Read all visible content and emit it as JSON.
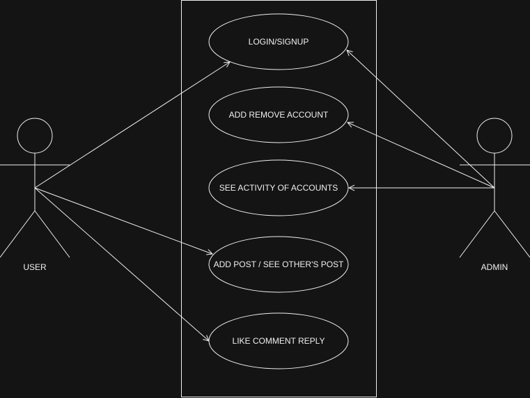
{
  "colors": {
    "background": "#141414",
    "foreground": "#f0f0f0"
  },
  "actors": [
    {
      "id": "user",
      "label": "USER"
    },
    {
      "id": "admin",
      "label": "ADMIN"
    }
  ],
  "use_cases": [
    {
      "id": "login",
      "label": "LOGIN/SIGNUP"
    },
    {
      "id": "add-remove",
      "label": "ADD REMOVE ACCOUNT"
    },
    {
      "id": "see-activity",
      "label": "SEE ACTIVITY OF ACCOUNTS"
    },
    {
      "id": "add-post",
      "label": "ADD POST / SEE OTHER'S POST"
    },
    {
      "id": "like-comment",
      "label": "LIKE COMMENT REPLY"
    }
  ],
  "associations": [
    {
      "from": "user",
      "to": "login"
    },
    {
      "from": "user",
      "to": "add-post"
    },
    {
      "from": "user",
      "to": "like-comment"
    },
    {
      "from": "admin",
      "to": "login"
    },
    {
      "from": "admin",
      "to": "add-remove"
    },
    {
      "from": "admin",
      "to": "see-activity"
    }
  ]
}
